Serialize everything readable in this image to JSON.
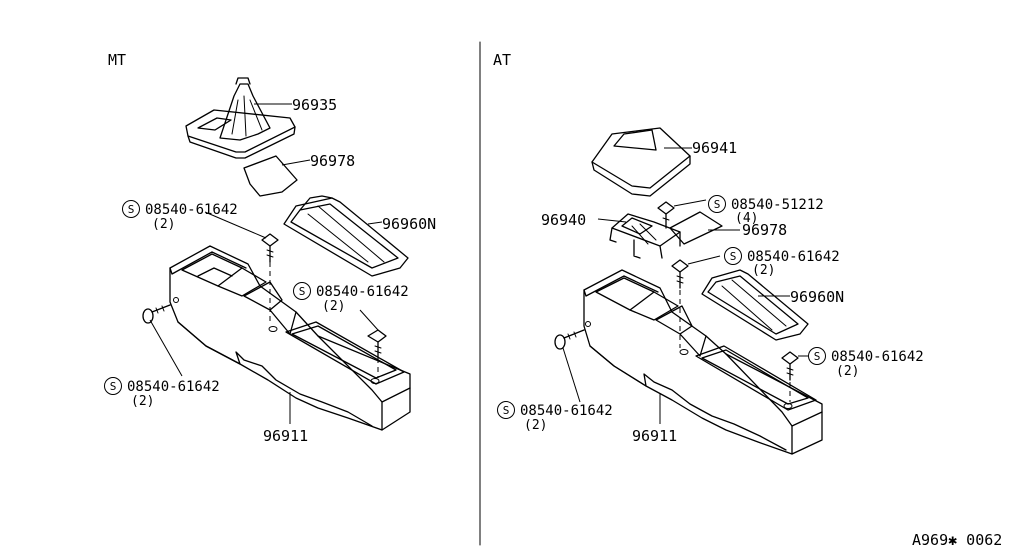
{
  "sections": {
    "left": "MT",
    "right": "AT"
  },
  "figure_code": "A969✱ 0062",
  "mt": {
    "boot": "96935",
    "boot_plate": "96978",
    "tray": "96960N",
    "console": "96911",
    "screw_top": {
      "part": "08540-61642",
      "qty": "(2)"
    },
    "screw_mid": {
      "part": "08540-61642",
      "qty": "(2)"
    },
    "screw_side": {
      "part": "08540-61642",
      "qty": "(2)"
    }
  },
  "at": {
    "cover": "96941",
    "bracket": "96940",
    "plate": "96978",
    "tray": "96960N",
    "console": "96911",
    "screw_bracket": {
      "part": "08540-51212",
      "qty": "(4)"
    },
    "screw_top": {
      "part": "08540-61642",
      "qty": "(2)"
    },
    "screw_mid": {
      "part": "08540-61642",
      "qty": "(2)"
    },
    "screw_side": {
      "part": "08540-61642",
      "qty": "(2)"
    }
  },
  "symbols": {
    "screw_prefix": "S"
  }
}
